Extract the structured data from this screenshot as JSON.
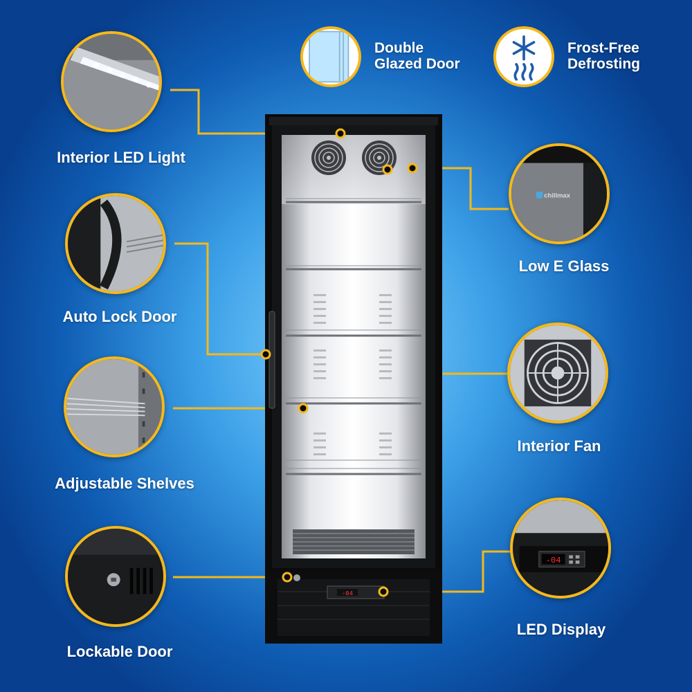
{
  "features": {
    "interior_led_light": "Interior LED Light",
    "auto_lock_door": "Auto Lock Door",
    "adjustable_shelves": "Adjustable Shelves",
    "lockable_door": "Lockable Door",
    "low_e_glass": "Low E Glass",
    "interior_fan": "Interior Fan",
    "led_display": "LED Display"
  },
  "badges": {
    "double_glazed_line1": "Double",
    "double_glazed_line2": "Glazed Door",
    "frost_free_line1": "Frost-Free",
    "frost_free_line2": "Defrosting"
  },
  "brand": "chillmax",
  "display_reading": "-04",
  "colors": {
    "accent": "#f6b81a",
    "text": "#ffffff",
    "background_dark": "#083f8e",
    "background_light": "#7fd2ff"
  }
}
